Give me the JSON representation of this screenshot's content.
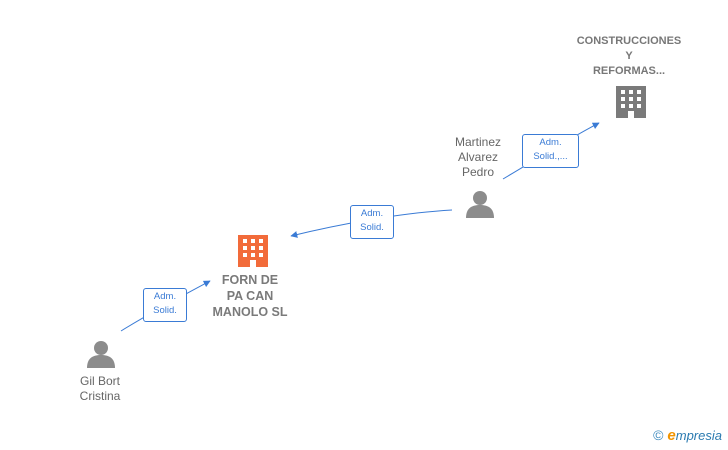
{
  "colors": {
    "person": "#8c8c8c",
    "company": "#7a7a7a",
    "company_main": "#f26b3a",
    "edge": "#3a7bd5"
  },
  "nodes": [
    {
      "id": "construcciones",
      "type": "company",
      "icon": "building-icon",
      "label": "CONSTRUCCIONES\nY\nREFORMAS..."
    },
    {
      "id": "martinez",
      "type": "person",
      "icon": "person-icon",
      "label": "Martinez\nAlvarez\nPedro"
    },
    {
      "id": "forn",
      "type": "company-main",
      "icon": "building-icon",
      "label": "FORN DE\nPA CAN\nMANOLO  SL"
    },
    {
      "id": "gil",
      "type": "person",
      "icon": "person-icon",
      "label": "Gil Bort\nCristina"
    }
  ],
  "edges": [
    {
      "from": "martinez",
      "to": "construcciones",
      "label": "Adm.\nSolid.,..."
    },
    {
      "from": "martinez",
      "to": "forn",
      "label": "Adm.\nSolid."
    },
    {
      "from": "gil",
      "to": "forn",
      "label": "Adm.\nSolid."
    }
  ],
  "brand": {
    "copyright": "©",
    "initial": "e",
    "name": "mpresia"
  }
}
